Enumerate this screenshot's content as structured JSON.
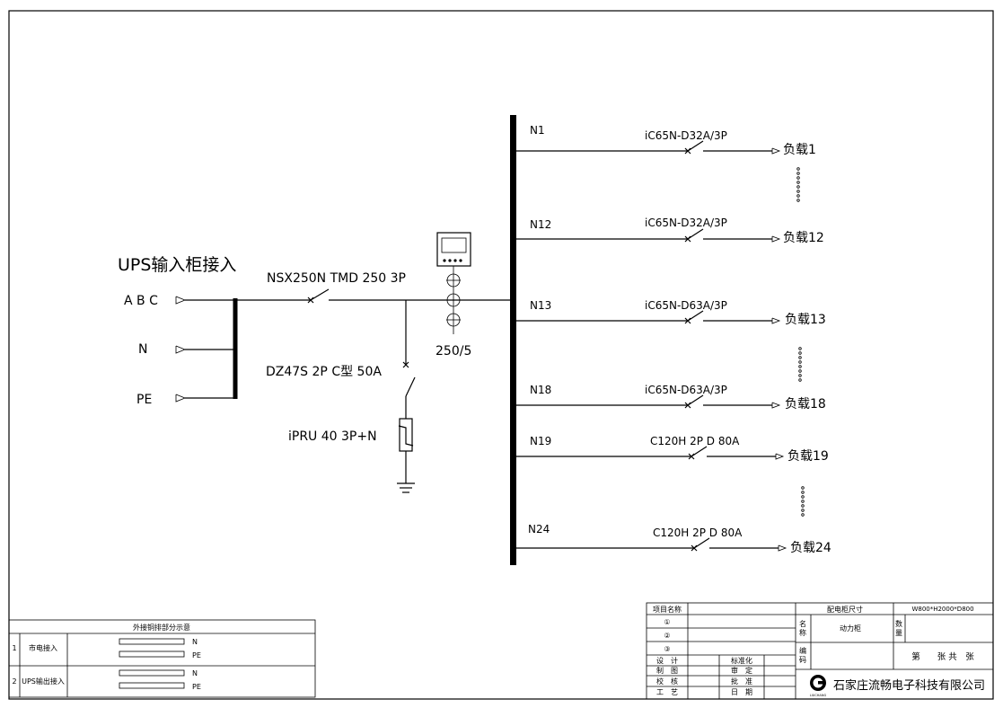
{
  "input": {
    "title": "UPS输入柜接入",
    "abc_label": "A B C",
    "n_label": "N",
    "pe_label": "PE",
    "main_breaker": "NSX250N TMD 250 3P",
    "ct_ratio": "250/5",
    "spd_breaker": "DZ47S 2P C型 50A",
    "spd": "iPRU 40 3P+N"
  },
  "feeders": [
    {
      "id": "N1",
      "breaker": "iC65N-D32A/3P",
      "load": "负载1"
    },
    {
      "id": "N12",
      "breaker": "iC65N-D32A/3P",
      "load": "负载12"
    },
    {
      "id": "N13",
      "breaker": "iC65N-D63A/3P",
      "load": "负载13"
    },
    {
      "id": "N18",
      "breaker": "iC65N-D63A/3P",
      "load": "负载18"
    },
    {
      "id": "N19",
      "breaker": "C120H 2P D 80A",
      "load": "负载19"
    },
    {
      "id": "N24",
      "breaker": "C120H 2P D 80A",
      "load": "负载24"
    }
  ],
  "legend_table": {
    "title": "外接铜排部分示意",
    "rows": [
      {
        "no": "1",
        "name": "市电接入",
        "bars": [
          "N",
          "PE"
        ]
      },
      {
        "no": "2",
        "name": "UPS输出接入",
        "bars": [
          "N",
          "PE"
        ]
      }
    ]
  },
  "title_block": {
    "project_name_label": "项目名称",
    "circle1": "①",
    "circle2": "②",
    "circle3": "③",
    "design": "设　计",
    "draw": "制　图",
    "check": "校　核",
    "craft": "工　艺",
    "standard": "标准化",
    "review": "审　定",
    "approve": "批　准",
    "date": "日　期",
    "cabinet_size_label": "配电柜尺寸",
    "cabinet_size_value": "W800*H2000*D800",
    "name_label_1": "名",
    "name_label_2": "称",
    "name_value": "动力柜",
    "code_label_1": "编",
    "code_label_2": "码",
    "qty_label_1": "数",
    "qty_label_2": "量",
    "sheet_text": "第　　张 共　张",
    "company": "石家庄流畅电子科技有限公司",
    "logo_text": "LIUCHANG"
  }
}
